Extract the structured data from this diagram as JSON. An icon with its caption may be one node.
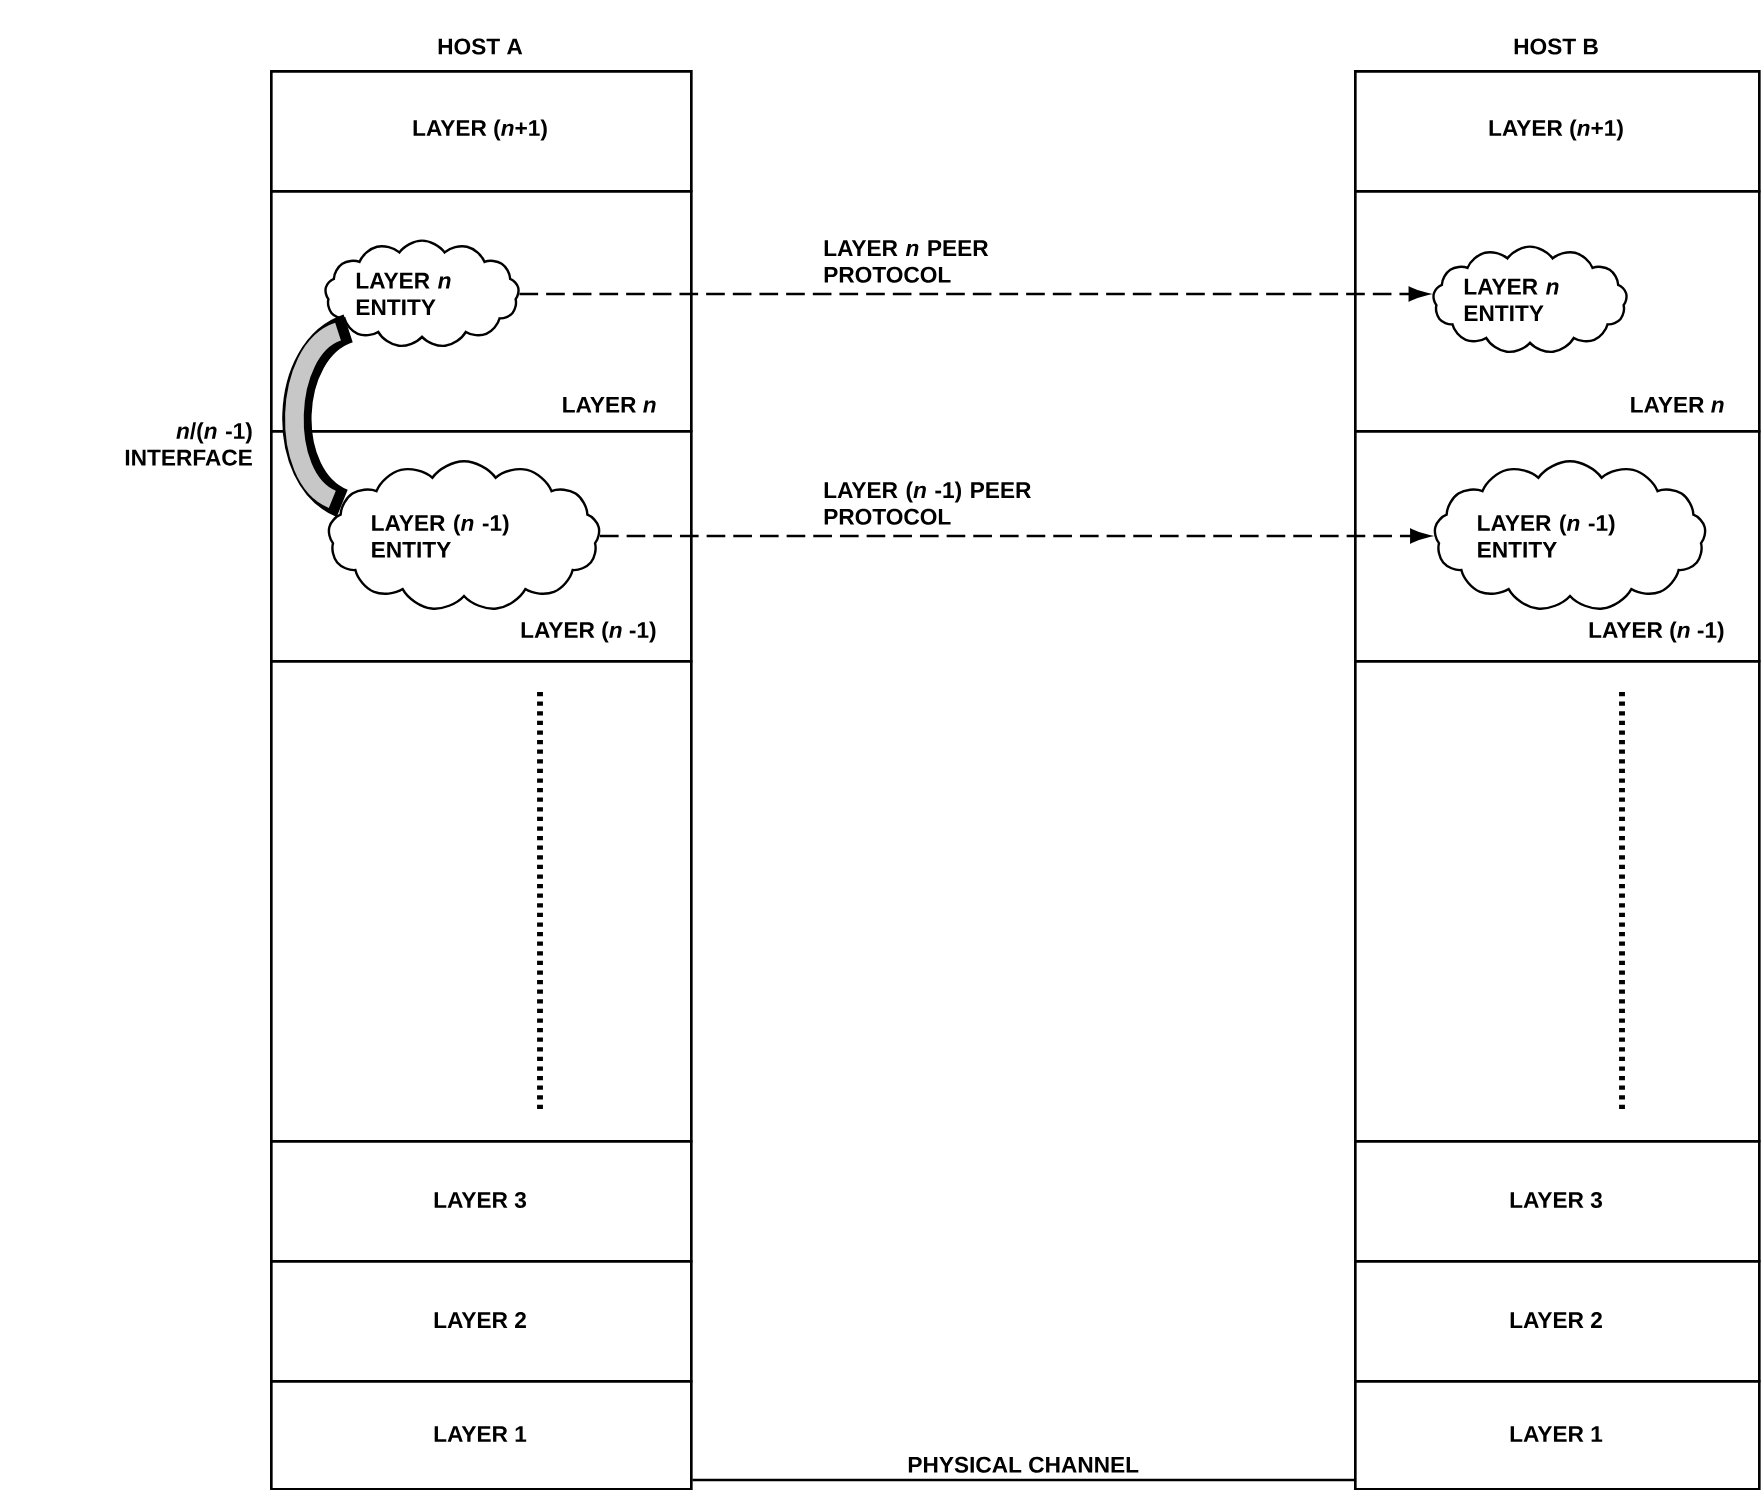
{
  "diagram": {
    "nodes": [
      {
        "text": [
          "HOST A"
        ]
      },
      {
        "text": [
          "LAYER (*n*+1)"
        ],
        "in": 0
      },
      {
        "text": [
          "LAYER *n*"
        ],
        "in": 0
      },
      {
        "text": [
          "LAYER *n* ENTITY"
        ],
        "in": 2
      },
      {
        "text": [
          "LAYER (*n* -1)"
        ],
        "in": 0
      },
      {
        "text": [
          "LAYER (*n* -1) ENTITY"
        ],
        "in": 4
      },
      {
        "text": [],
        "shape": "box",
        "in": 0
      },
      {
        "text": [
          "LAYER 3"
        ],
        "in": 0
      },
      {
        "text": [
          "LAYER 2"
        ],
        "in": 0
      },
      {
        "text": [
          "LAYER 1"
        ],
        "in": 0
      },
      {
        "text": [
          "HOST B"
        ]
      },
      {
        "text": [
          "LAYER (*n*+1)"
        ],
        "in": 10
      },
      {
        "text": [
          "LAYER *n*"
        ],
        "in": 10
      },
      {
        "text": [
          "LAYER *n* ENTITY"
        ],
        "in": 12
      },
      {
        "text": [
          "LAYER (*n* -1)"
        ],
        "in": 10
      },
      {
        "text": [
          "LAYER (*n* -1) ENTITY"
        ],
        "in": 14
      },
      {
        "text": [],
        "shape": "box",
        "in": 10
      },
      {
        "text": [
          "LAYER 3"
        ],
        "in": 10
      },
      {
        "text": [
          "LAYER 2"
        ],
        "in": 10
      },
      {
        "text": [
          "LAYER 1"
        ],
        "in": 10
      }
    ],
    "edges": [
      {
        "from": 3,
        "to": 13,
        "arrow": "to",
        "style": "dashed",
        "label": "LAYER *n* PEER PROTOCOL"
      },
      {
        "from": 5,
        "to": 15,
        "arrow": "to",
        "style": "dashed",
        "label": "LAYER (*n* -1) PEER PROTOCOL"
      },
      {
        "from": 9,
        "to": 19,
        "arrow": "none",
        "label": "PHYSICAL CHANNEL"
      },
      {
        "from": 3,
        "to": 5,
        "arrow": "none",
        "style": "thick",
        "label": "*n*/(*n* -1) INTERFACE"
      }
    ]
  }
}
